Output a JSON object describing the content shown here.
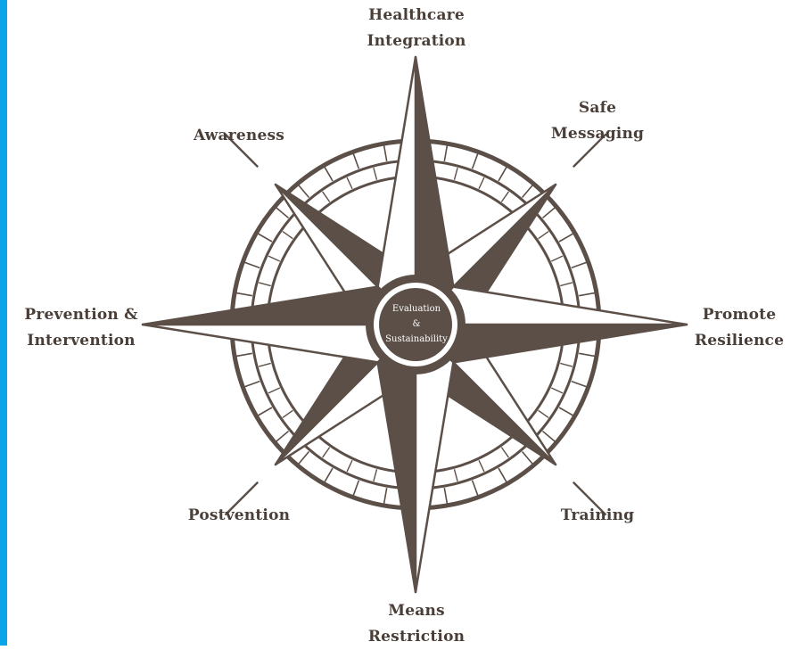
{
  "colors": {
    "primary": "#5b4f48",
    "accent": "#0aa5e6",
    "background": "#ffffff"
  },
  "center": {
    "line1": "Evaluation",
    "line2": "&",
    "line3": "Sustainability"
  },
  "labels": {
    "north": {
      "line1": "Healthcare",
      "line2": "Integration"
    },
    "northeast": {
      "line1": "Safe",
      "line2": "Messaging"
    },
    "east": {
      "line1": "Promote",
      "line2": "Resilience"
    },
    "southeast": {
      "line1": "Training"
    },
    "south": {
      "line1": "Means",
      "line2": "Restriction"
    },
    "southwest": {
      "line1": "Postvention"
    },
    "west": {
      "line1": "Prevention &",
      "line2": "Intervention"
    },
    "northwest": {
      "line1": "Awareness"
    }
  }
}
